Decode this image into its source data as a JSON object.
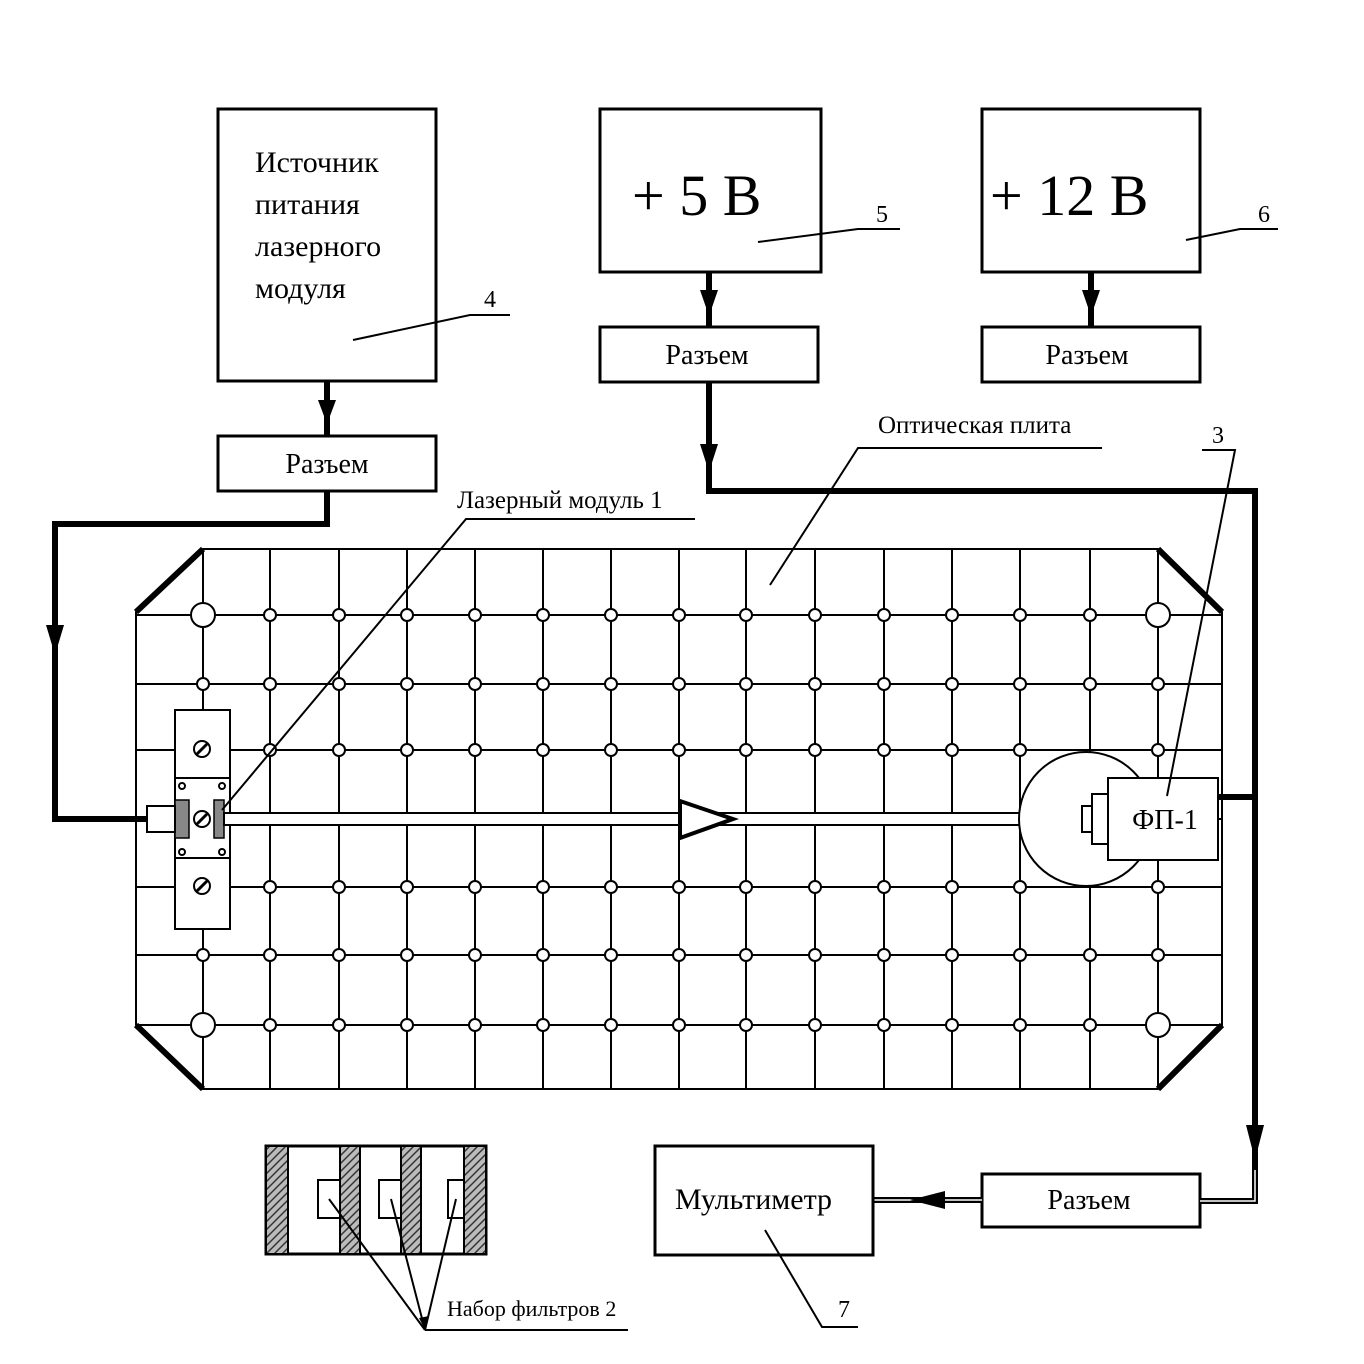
{
  "power_supply_laser": {
    "lines": [
      "Источник",
      "питания",
      "лазерного",
      "модуля"
    ],
    "callout": "4"
  },
  "supply_5v": {
    "label": "+ 5 В",
    "callout": "5"
  },
  "supply_12v": {
    "label": "+ 12 В",
    "callout": "6"
  },
  "connector_label": "Разъем",
  "optical_plate_label": "Оптическая плита",
  "laser_module_label": "Лазерный модуль 1",
  "photodetector_callout": "3",
  "photodetector_label": "ФП-1",
  "multimeter": {
    "label": "Мультиметр",
    "callout": "7"
  },
  "filter_set_label": "Набор фильтров 2"
}
